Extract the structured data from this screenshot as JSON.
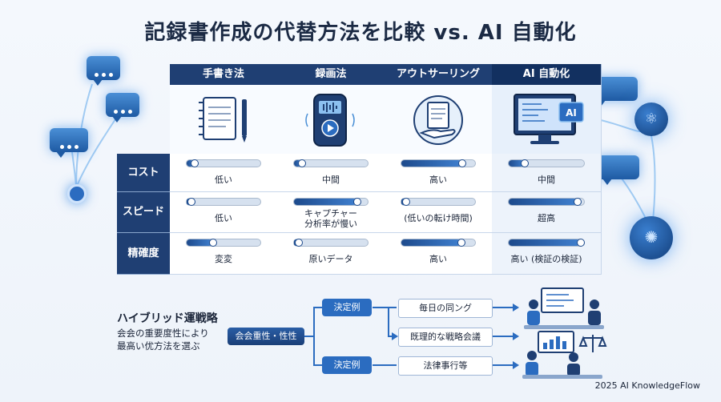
{
  "title": "記録書作成の代替方法を比較  vs. AI 自動化",
  "methods": [
    {
      "name": "手書き法",
      "icon": "notebook-pen-icon"
    },
    {
      "name": "録画法",
      "icon": "voice-recorder-icon"
    },
    {
      "name": "アウトサーリング",
      "icon": "document-hand-icon"
    },
    {
      "name": "AI 自動化",
      "icon": "ai-monitor-icon",
      "icon_label": "AI"
    }
  ],
  "rows": [
    {
      "label": "コスト",
      "cells": [
        {
          "text": "低い",
          "level": 0.1
        },
        {
          "text": "中間",
          "level": 0.1
        },
        {
          "text": "高い",
          "level": 0.82
        },
        {
          "text": "中間",
          "level": 0.2
        }
      ]
    },
    {
      "label": "スピード",
      "cells": [
        {
          "text": "低い",
          "level": 0.05
        },
        {
          "text": "キャプチャー\n分析率が慢い",
          "level": 0.85
        },
        {
          "text": "(低いの転け時間)",
          "level": 0.05
        },
        {
          "text": "超高",
          "level": 0.9
        }
      ]
    },
    {
      "label": "精確度",
      "cells": [
        {
          "text": "変変",
          "level": 0.35
        },
        {
          "text": "原いデータ",
          "level": 0.05
        },
        {
          "text": "高い",
          "level": 0.8
        },
        {
          "text": "高い (検証の検証)",
          "level": 0.95
        }
      ]
    }
  ],
  "hybrid": {
    "title": "ハイブリッド運戦略",
    "desc_line1": "会会の重要度性により",
    "desc_line2": "最高い优方法を選ぶ",
    "root": "会会重性・性性",
    "branch_label": "決定例",
    "leaves": [
      "毎日の同ング",
      "既理的な戦略会議",
      "法律事行等"
    ]
  },
  "footer": "2025 AI KnowledgeFlow",
  "colors": {
    "navy": "#1f3f73",
    "accent": "#2b6cc0",
    "glow": "#4a8fd6"
  }
}
